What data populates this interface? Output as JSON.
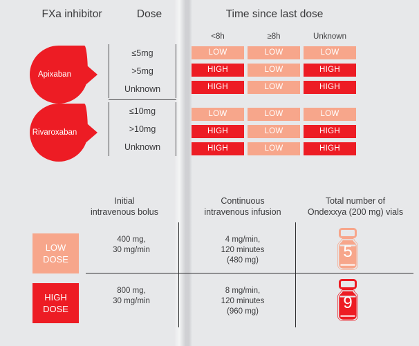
{
  "top_section": {
    "headers": {
      "fxa_inhibitor": "FXa inhibitor",
      "dose": "Dose",
      "time_since_last_dose": "Time since last dose"
    },
    "time_columns": [
      "<8h",
      "≥8h",
      "Unknown"
    ],
    "risk_labels": {
      "low": "LOW",
      "high": "HIGH"
    },
    "drugs": [
      {
        "name": "Apixaban",
        "doses": [
          "≤5mg",
          ">5mg",
          "Unknown"
        ],
        "risk_rows": [
          [
            "LOW",
            "LOW",
            "LOW"
          ],
          [
            "HIGH",
            "LOW",
            "HIGH"
          ],
          [
            "HIGH",
            "LOW",
            "HIGH"
          ]
        ]
      },
      {
        "name": "Rivaroxaban",
        "doses": [
          "≤10mg",
          ">10mg",
          "Unknown"
        ],
        "risk_rows": [
          [
            "LOW",
            "LOW",
            "LOW"
          ],
          [
            "HIGH",
            "LOW",
            "HIGH"
          ],
          [
            "HIGH",
            "LOW",
            "HIGH"
          ]
        ]
      }
    ]
  },
  "bottom_section": {
    "headers": {
      "initial_bolus": "Initial\nintravenous bolus",
      "initial_bolus_l1": "Initial",
      "initial_bolus_l2": "intravenous bolus",
      "continuous_infusion_l1": "Continuous",
      "continuous_infusion_l2": "intravenous infusion",
      "total_vials_l1": "Total number of",
      "total_vials_l2": "Ondexxya (200 mg) vials"
    },
    "rows": [
      {
        "dose_label_l1": "LOW",
        "dose_label_l2": "DOSE",
        "bolus_l1": "400 mg,",
        "bolus_l2": "30 mg/min",
        "infusion_l1": "4 mg/min,",
        "infusion_l2": "120 minutes",
        "infusion_l3": "(480 mg)",
        "vials": "5"
      },
      {
        "dose_label_l1": "HIGH",
        "dose_label_l2": "DOSE",
        "bolus_l1": "800 mg,",
        "bolus_l2": "30 mg/min",
        "infusion_l1": "8 mg/min,",
        "infusion_l2": "120 minutes",
        "infusion_l3": "(960 mg)",
        "vials": "9"
      }
    ]
  },
  "colors": {
    "background": "#e7e8ea",
    "low": "#f7a68b",
    "high": "#ed1c24",
    "text": "#3b3b3d",
    "rule": "#2f2f31"
  }
}
